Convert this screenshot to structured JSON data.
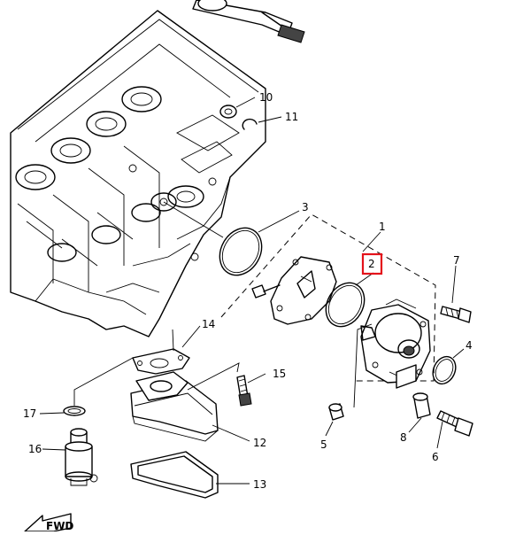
{
  "callouts": {
    "c1": "1",
    "c2": "2",
    "c3": "3",
    "c4": "4",
    "c5": "5",
    "c6": "6",
    "c7": "7",
    "c8": "8",
    "c10": "10",
    "c11": "11",
    "c12": "12",
    "c13": "13",
    "c14": "14",
    "c15": "15",
    "c16": "16",
    "c17": "17"
  },
  "fwd_label": "FWD",
  "highlight": {
    "callout": "2",
    "color": "#e4131b"
  }
}
